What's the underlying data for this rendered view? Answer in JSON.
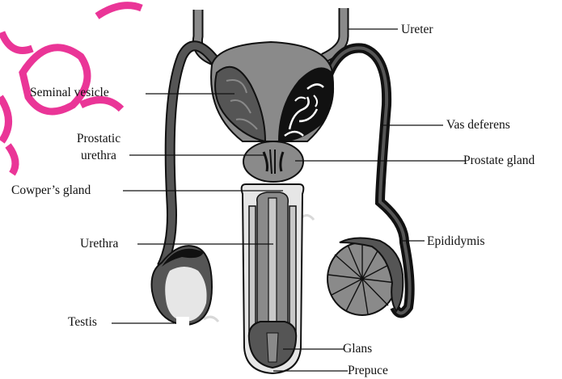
{
  "diagram": {
    "labels": {
      "ureter": "Ureter",
      "seminal_vesicle": "Seminal vesicle",
      "vas_deferens": "Vas deferens",
      "prostatic_urethra_line1": "Prostatic",
      "prostatic_urethra_line2": "urethra",
      "prostate_gland": "Prostate gland",
      "cowpers_gland": "Cowper’s gland",
      "urethra": "Urethra",
      "epididymis": "Epididymis",
      "testis": "Testis",
      "glans": "Glans",
      "prepuce": "Prepuce"
    },
    "colors": {
      "outline": "#111111",
      "dark_tissue": "#555555",
      "mid_tissue": "#8a8a8a",
      "light_tissue": "#c8c8c8",
      "pale_tissue": "#e6e6e6",
      "watermark": "#e8208c"
    }
  }
}
